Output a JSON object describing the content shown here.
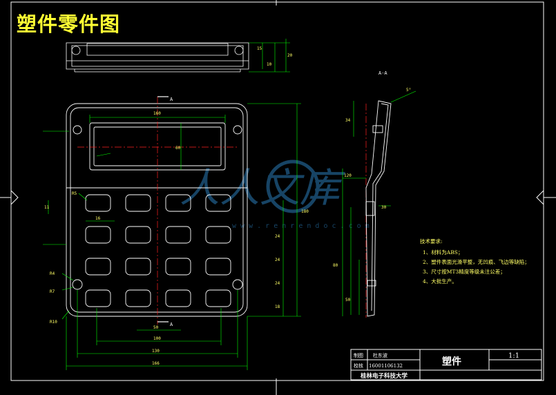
{
  "title": "塑件零件图",
  "section_label": "A-A",
  "section_marks": {
    "top": "A",
    "bottom": "A"
  },
  "dimensions": {
    "window_width": "160",
    "window_height": "60",
    "key_width": "16",
    "key_height": "R5",
    "total_height": "180",
    "overall_width": "166",
    "inner_width": "130",
    "key_pitch_total": "100",
    "key_span": "50",
    "corner_radius": "R10",
    "side_height_1": "11",
    "side_dims": [
      "24",
      "24",
      "24",
      "18"
    ],
    "hole_r": "R4",
    "hole_r2": "R7",
    "top_view_h1": "15",
    "top_view_h2": "10",
    "top_view_h3": "20",
    "section_angle": "5°",
    "section_dims": [
      "34",
      "120",
      "80",
      "50",
      "30"
    ]
  },
  "technical_notes": {
    "heading": "技术要求:",
    "items": [
      "1、材料为ABS；",
      "2、塑件表面光滑平整，无凹痕、飞边等缺陷；",
      "3、尺寸按MT3精度等级未注公差；",
      "4、大批生产。"
    ]
  },
  "title_block": {
    "designer_label": "制图",
    "designer_name": "杜东波",
    "student_id_label": "校核",
    "student_id": "16001106132",
    "part_name": "塑件",
    "scale": "1:1",
    "school": "桂林电子科技大学"
  },
  "watermark": {
    "text": "人人文库",
    "url": "w w w . r e n r e n d o c . c o m"
  },
  "colors": {
    "background": "#000000",
    "outline": "#ffffff",
    "dimension": "#00ff00",
    "centerline": "#ff2020",
    "title": "#ffff33"
  }
}
